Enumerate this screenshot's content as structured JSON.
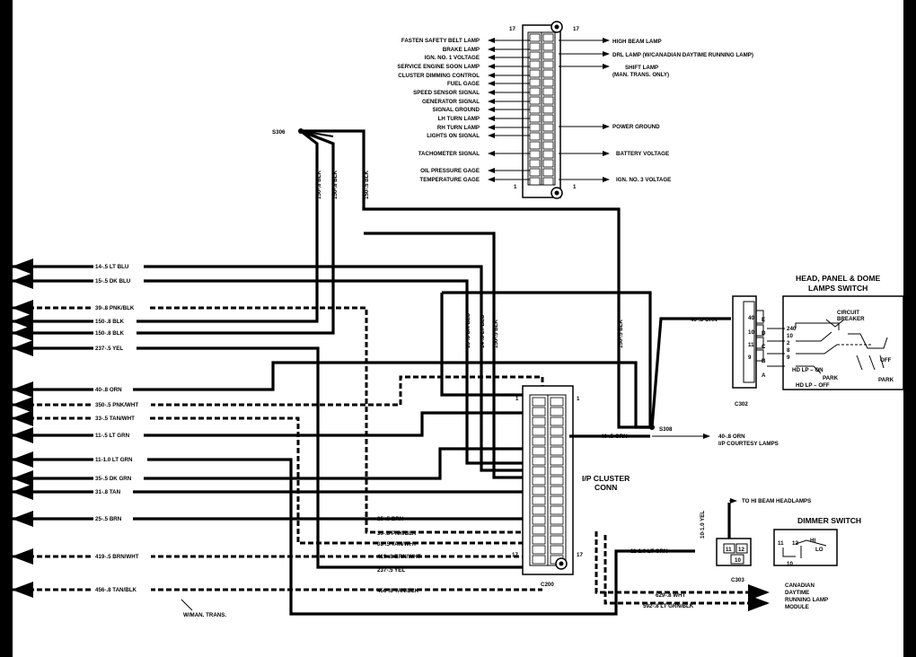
{
  "cluster_top_connector": {
    "pin_top_left": "17",
    "pin_top_right": "17",
    "pin_bottom_left": "1",
    "pin_bottom_right": "1",
    "left_signals": [
      "FASTEN SAFETY BELT LAMP",
      "BRAKE LAMP",
      "IGN. NO. 1 VOLTAGE",
      "SERVICE ENGINE SOON LAMP",
      "CLUSTER DIMMING CONTROL",
      "FUEL GAGE",
      "SPEED SENSOR SIGNAL",
      "GENERATOR SIGNAL",
      "SIGNAL GROUND",
      "LH TURN LAMP",
      "RH TURN LAMP",
      "LIGHTS ON SIGNAL",
      "TACHOMETER SIGNAL",
      "OIL PRESSURE GAGE",
      "TEMPERATURE GAGE"
    ],
    "right_signals": {
      "high_beam": "HIGH BEAM LAMP",
      "drl": "DRL LAMP (W/CANADIAN DAYTIME RUNNING LAMP)",
      "shift_1": "SHIFT LAMP",
      "shift_2": "(MAN. TRANS. ONLY)",
      "power_ground": "POWER GROUND",
      "battery": "BATTERY VOLTAGE",
      "ign3": "IGN. NO. 3 VOLTAGE"
    }
  },
  "splices": {
    "s306": "S306",
    "s308": "S308"
  },
  "vertical_wires": {
    "v1": "150-.8 BLK",
    "v2": "150-.8 BLK",
    "v3": "150-.5 BLK",
    "v4": "15-.5 DK BLU",
    "v5": "14-.5 LT BLU",
    "v6": "150-.5 BLK",
    "v7": "150-.5 BLK"
  },
  "left_wires": [
    "14-.5 LT BLU",
    "15-.5 DK BLU",
    "39-.8 PNK/BLK",
    "150-.8 BLK",
    "150-.8 BLK",
    "237-.5 YEL",
    "40-.8 ORN",
    "350-.5 PNK/WHT",
    "33-.5 TAN/WHT",
    "11-.5 LT GRN",
    "11-1.0 LT GRN",
    "35-.5 DK GRN",
    "31-.8 TAN",
    "25-.5 BRN",
    "419-.5 BRN/WHT",
    "456-.8 TAN/BLK"
  ],
  "manual_trans_note": "W/MAN. TRANS.",
  "ip_connector": {
    "title_1": "I/P CLUSTER",
    "title_2": "CONN",
    "name": "C200",
    "pin_top_left": "1",
    "pin_top_right": "1",
    "pin_bottom_left": "17",
    "pin_bottom_right": "17",
    "input_labels": [
      "25-.5 BRN",
      "39-.8 PNK/BLK",
      "33-.5 TAN/WHT",
      "419-.8 BRN/WHT",
      "237-.5 YEL",
      "456-.8 TAN/BLK"
    ],
    "orn_label": "40-.5 ORN"
  },
  "courtesy": {
    "wire": "40-.8 ORN",
    "dest": "I/P COURTESY LAMPS"
  },
  "headlamp_switch": {
    "title_1": "HEAD, PANEL & DOME",
    "title_2": "LAMPS SWITCH",
    "wire": "40-.8 ORN",
    "connector": "C302",
    "pins": [
      "E",
      "D",
      "C",
      "B",
      "A"
    ],
    "cavity_numbers": [
      "40",
      "10",
      "11",
      "9"
    ],
    "internal": {
      "circuit_1": "CIRCUIT",
      "circuit_2": "BREAKER",
      "n240": "240",
      "n10": "10",
      "n2": "2",
      "n8": "8",
      "n9": "9",
      "hd_on": "HD LP – ON",
      "hd_off": "HD LP – OFF",
      "park": "PARK",
      "park2": "PARK",
      "off": "OFF"
    }
  },
  "dimmer": {
    "title": "DIMMER SWITCH",
    "yel_wire": "10-1.0 YEL",
    "to_hi_beam": "TO HI BEAM HEADLAMPS",
    "grn_wire": "11-1.0 LT GRN",
    "connector": "C303",
    "pins": [
      "11",
      "12",
      "10"
    ],
    "sw_11": "11",
    "sw_12": "12",
    "sw_hi": "HI",
    "sw_lo": "LO",
    "sw_10": "10"
  },
  "canadian": {
    "wire_1": "629-.8 WHT",
    "wire_2": "592-.8 LT GRN/BLK",
    "dest_1": "CANADIAN",
    "dest_2": "DAYTIME",
    "dest_3": "RUNNING LAMP",
    "dest_4": "MODULE"
  }
}
